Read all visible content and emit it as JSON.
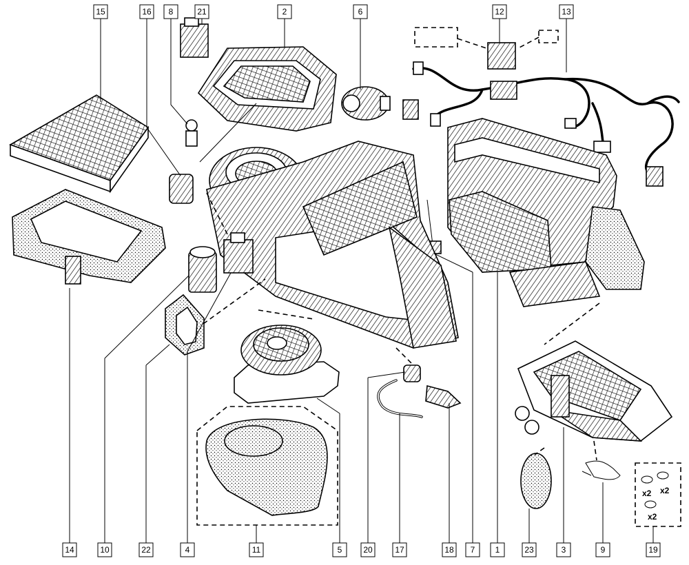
{
  "diagram": {
    "callouts": [
      {
        "label": "15"
      },
      {
        "label": "16"
      },
      {
        "label": "8"
      },
      {
        "label": "21"
      },
      {
        "label": "2"
      },
      {
        "label": "6"
      },
      {
        "label": "12"
      },
      {
        "label": "13"
      },
      {
        "label": "14"
      },
      {
        "label": "10"
      },
      {
        "label": "22"
      },
      {
        "label": "4"
      },
      {
        "label": "11"
      },
      {
        "label": "5"
      },
      {
        "label": "20"
      },
      {
        "label": "17"
      },
      {
        "label": "18"
      },
      {
        "label": "7"
      },
      {
        "label": "1"
      },
      {
        "label": "23"
      },
      {
        "label": "3"
      },
      {
        "label": "9"
      },
      {
        "label": "19"
      }
    ],
    "kit_19": {
      "q1": "x2",
      "q2": "x2",
      "q3": "x2"
    }
  }
}
